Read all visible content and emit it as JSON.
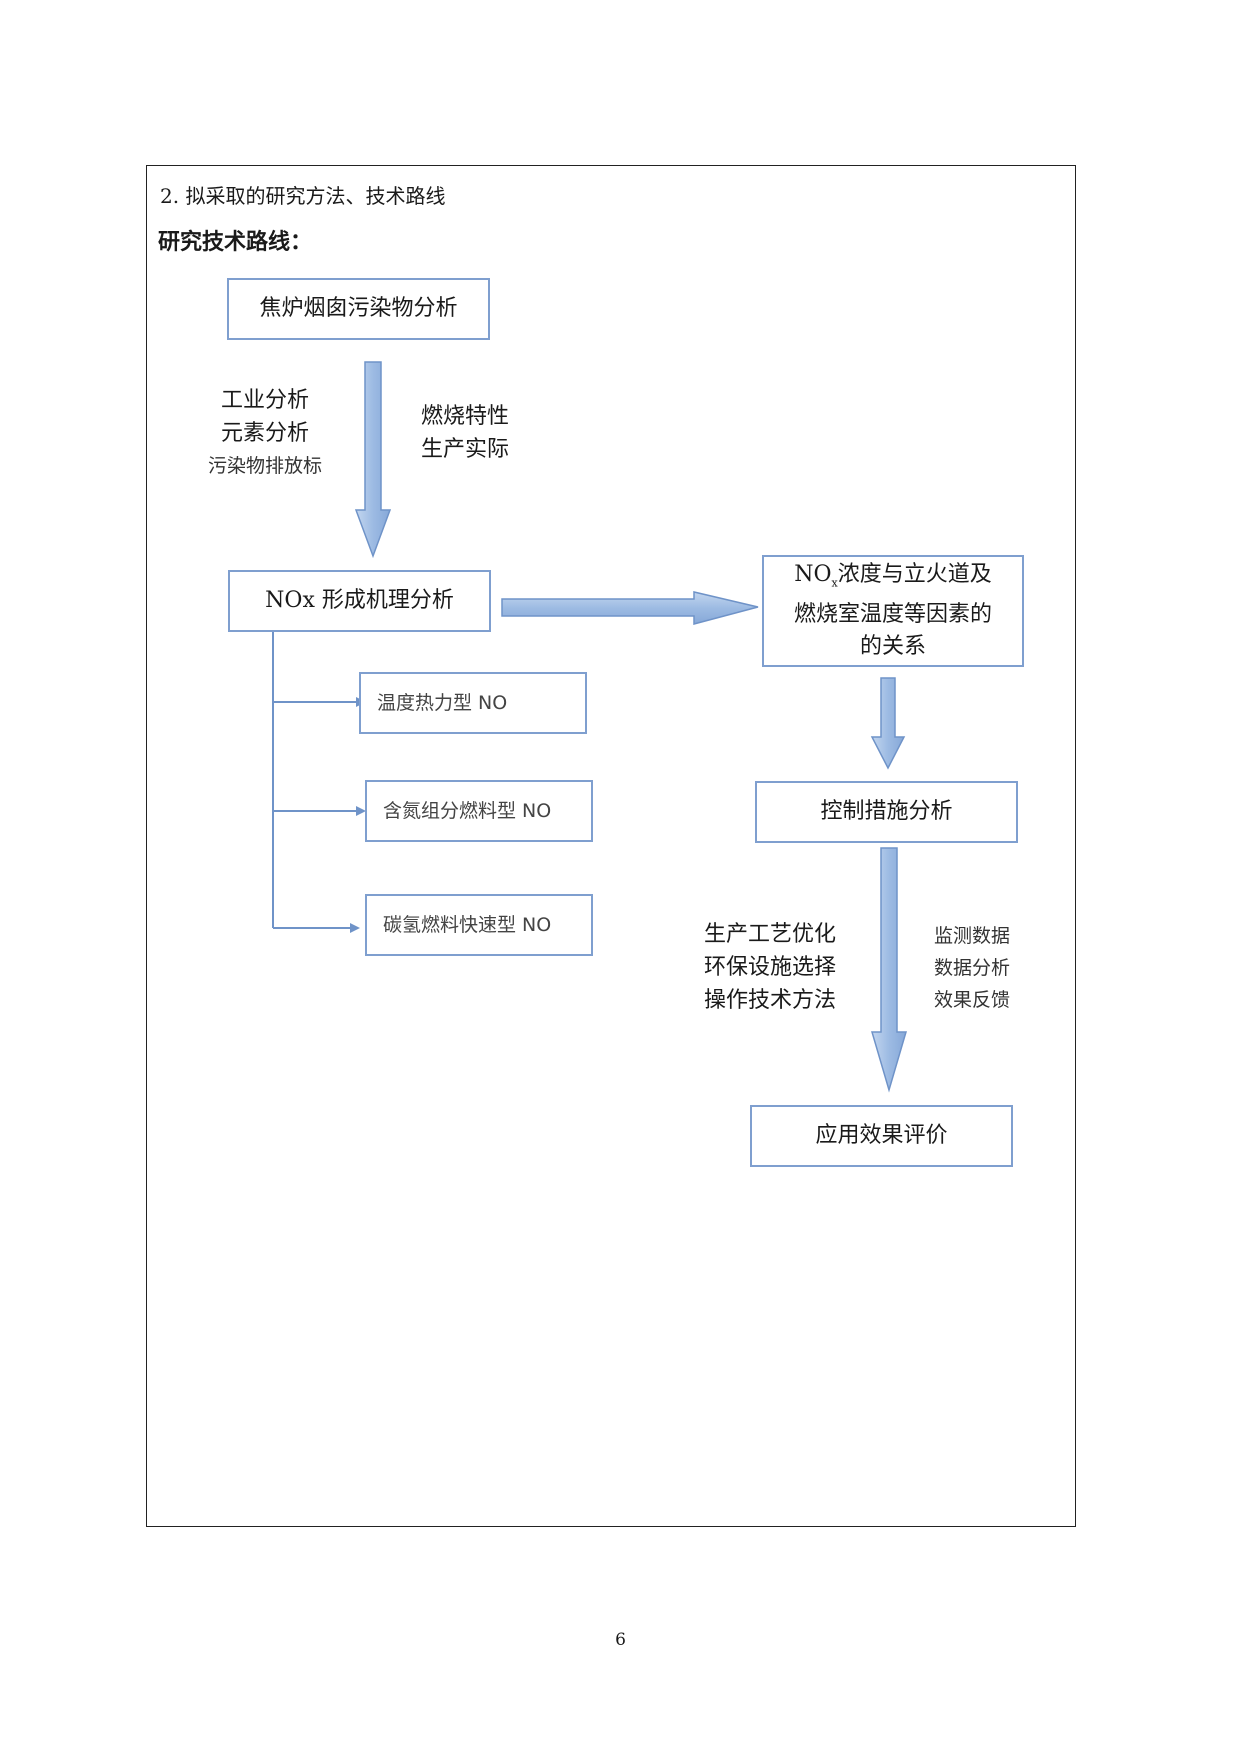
{
  "header": {
    "section": "2. 拟采取的研究方法、技术路线",
    "title": "研究技术路线："
  },
  "nodes": {
    "analysis": "焦炉烟囱污染物分析",
    "mechanism": "NOx 形成机理分析",
    "relation_prefix": "NO",
    "relation_sub": "x",
    "relation_line1": "浓度与立火道及",
    "relation_line2": "燃烧室温度等因素的",
    "relation_line3": "的关系",
    "thermal": "温度热力型 NO",
    "fuel": "含氮组分燃料型 NO",
    "prompt": "碳氢燃料快速型 NO",
    "control": "控制措施分析",
    "evaluation": "应用效果评价"
  },
  "labels": {
    "left_arrow1": [
      "工业分析",
      "元素分析"
    ],
    "left_arrow1_small": "污染物排放标",
    "right_arrow1": [
      "燃烧特性",
      "生产实际"
    ],
    "left_arrow3": [
      "生产工艺优化",
      "环保设施选择",
      "操作技术方法"
    ],
    "right_arrow3": [
      "监测数据",
      "数据分析",
      "效果反馈"
    ]
  },
  "colors": {
    "box_border": "#7f9fcf",
    "arrow_fill": "#9dbbe3",
    "arrow_stroke": "#6f93c8",
    "connector": "#6f93c8"
  },
  "page_number": "6"
}
